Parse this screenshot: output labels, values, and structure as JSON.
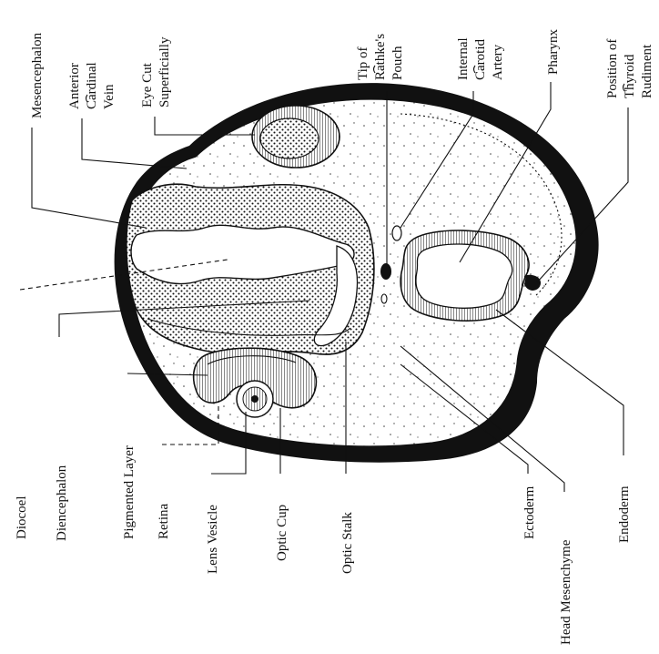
{
  "diagram": {
    "labels": {
      "mesencephalon": "Mesencephalon",
      "anterior_cardinal_vein": [
        "Anterior",
        "Cardinal",
        "Vein"
      ],
      "eye_cut_superficially": [
        "Eye Cut",
        "Superficially"
      ],
      "tip_of_rathkes_pouch": [
        "Tip of",
        "Rathke's",
        "Pouch"
      ],
      "internal_carotid_artery": [
        "Internal",
        "Carotid",
        "Artery"
      ],
      "pharynx": "Pharynx",
      "position_of_thyroid_rudiment": [
        "Position of",
        "Thyroid",
        "Rudiment"
      ],
      "diocoel": "Diocoel",
      "diencephalon": "Diencephalon",
      "pigmented_layer": "Pigmented Layer",
      "retina": "Retina",
      "lens_vesicle": "Lens Vesicle",
      "optic_cup": "Optic Cup",
      "optic_stalk": "Optic Stalk",
      "ectoderm": "Ectoderm",
      "head_mesenchyme": "Head Mesenchyme",
      "endoderm": "Endoderm"
    }
  }
}
